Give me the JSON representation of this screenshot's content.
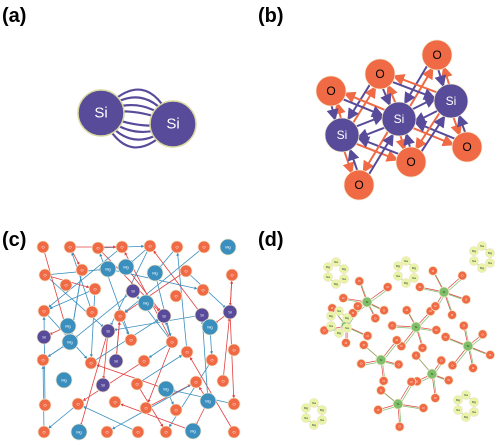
{
  "panels": [
    {
      "id": "a",
      "label": "(a)"
    },
    {
      "id": "b",
      "label": "(b)"
    },
    {
      "id": "c",
      "label": "(c)"
    },
    {
      "id": "d",
      "label": "(d)"
    }
  ],
  "panel_a": {
    "nodes": [
      "Si",
      "Si"
    ]
  },
  "panel_b": {
    "si_label": "Si",
    "o_label": "O"
  },
  "panel_c": {
    "node_labels": [
      "O",
      "Mg",
      "Si"
    ]
  },
  "panel_d": {
    "node_labels": [
      "Si",
      "O",
      "Mg",
      "Na"
    ]
  },
  "colors": {
    "si": "#574b9a",
    "o": "#ef6a45",
    "mg": "#3a8fbf",
    "red_edge": "#e04040",
    "blue_edge": "#3a8fbf",
    "green_node": "#7fbf6a",
    "yellow_node": "#e7f5a4"
  }
}
